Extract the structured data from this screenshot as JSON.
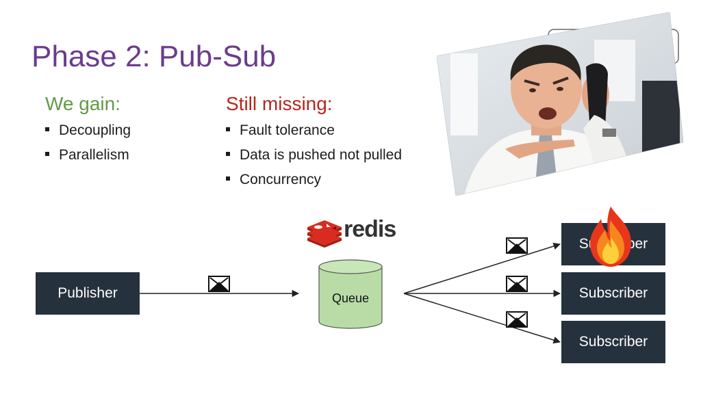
{
  "title": "Phase 2: Pub-Sub",
  "gain": {
    "heading": "We gain:",
    "items": [
      "Decoupling",
      "Parallelism"
    ]
  },
  "missing": {
    "heading": "Still missing:",
    "items": [
      "Fault tolerance",
      "Data is pushed not pulled",
      "Concurrency"
    ]
  },
  "diagram": {
    "publisher": "Publisher",
    "queue": "Queue",
    "redis_logo_text": "redis",
    "subscribers": [
      "Subscriber",
      "Subscriber",
      "Subscriber"
    ]
  },
  "icons": {
    "message": "envelope-icon",
    "fire": "fire-icon",
    "redis": "redis-logo-icon",
    "kafka": "kafka-logo-icon"
  },
  "colors": {
    "title": "#6a3c8c",
    "gain": "#5f9b45",
    "missing": "#b3271c",
    "box": "#25313d",
    "queue": "#b9dca7",
    "redis": "#d82c20"
  }
}
